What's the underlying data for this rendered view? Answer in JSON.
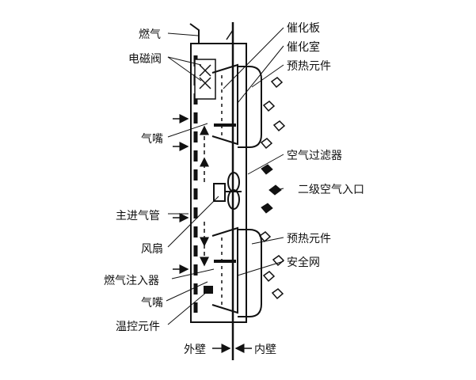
{
  "labels": {
    "gas": "燃气",
    "solenoid_valve": "电磁阀",
    "nozzle_upper": "气嘴",
    "main_intake_pipe": "主进气管",
    "fan": "风扇",
    "gas_injector": "燃气注入器",
    "nozzle_lower": "气嘴",
    "thermostat": "温控元件",
    "catalytic_plate": "催化板",
    "catalytic_chamber": "催化室",
    "preheat_upper": "预热元件",
    "air_filter": "空气过滤器",
    "secondary_air_inlet": "二级空气入口",
    "preheat_lower": "预热元件",
    "safety_net": "安全网",
    "outer_wall": "外壁",
    "inner_wall": "内壁"
  }
}
